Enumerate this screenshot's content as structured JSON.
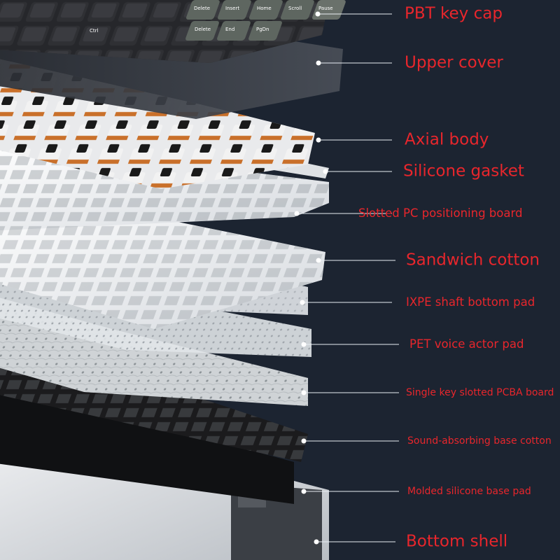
{
  "colors": {
    "background": "#1c2431",
    "label": "#e8262c",
    "leader": "#e9eef4",
    "keycap_dark": "#2f3034",
    "keycap_grey": "#5e6660",
    "keycap_white": "#f4f4f4",
    "switch_orange": "#c9702a",
    "plate": "#f1f3f5",
    "pcb": "#cfd3d6",
    "base_black": "#1b1b1d",
    "bottom_shell": "#e6e8ea"
  },
  "keycaps": {
    "top_row": [
      "Delete",
      "Insert",
      "Home",
      "Scroll",
      "Pause"
    ],
    "second_row": [
      "Delete",
      "End",
      "PgDn"
    ],
    "left": [
      "Ctrl"
    ]
  },
  "callouts": [
    {
      "id": "pbt-key-cap",
      "text": "PBT key cap",
      "size": "l"
    },
    {
      "id": "upper-cover",
      "text": "Upper cover",
      "size": "l"
    },
    {
      "id": "axial-body",
      "text": "Axial body",
      "size": "l"
    },
    {
      "id": "silicone-gasket",
      "text": "Silicone gasket",
      "size": "l"
    },
    {
      "id": "slotted-pc-positioning-board",
      "text": "Slotted PC positioning board",
      "size": "m"
    },
    {
      "id": "sandwich-cotton",
      "text": "Sandwich cotton",
      "size": "l"
    },
    {
      "id": "ixpe-shaft-bottom-pad",
      "text": "IXPE shaft bottom pad",
      "size": "m"
    },
    {
      "id": "pet-voice-actor-pad",
      "text": "PET voice actor pad",
      "size": "m"
    },
    {
      "id": "single-key-slotted-pcba-board",
      "text": "Single key slotted PCBA board",
      "size": "s"
    },
    {
      "id": "sound-absorbing-base-cotton",
      "text": "Sound-absorbing base cotton",
      "size": "s"
    },
    {
      "id": "molded-silicone-base-pad",
      "text": "Molded silicone base pad",
      "size": "s"
    },
    {
      "id": "bottom-shell",
      "text": "Bottom shell",
      "size": "l"
    }
  ]
}
